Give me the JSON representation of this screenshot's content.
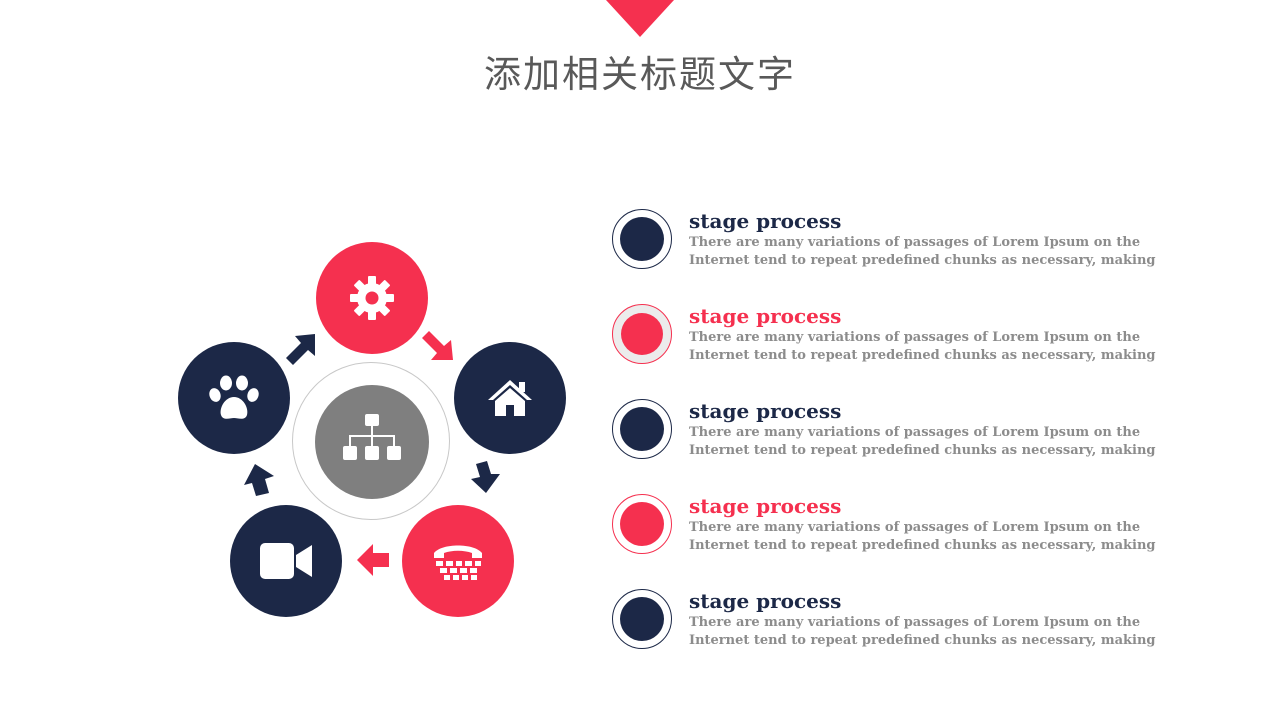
{
  "page": {
    "title": "添加相关标题文字"
  },
  "colors": {
    "accent_red": "#f5304f",
    "navy": "#1c2847",
    "center_gray": "#7f7f7f",
    "body_gray": "#8c8c8c"
  },
  "diagram": {
    "center": {
      "icon": "sitemap-icon"
    },
    "nodes": [
      {
        "icon": "gear-icon",
        "color": "red"
      },
      {
        "icon": "home-icon",
        "color": "navy"
      },
      {
        "icon": "telephone-icon",
        "color": "red"
      },
      {
        "icon": "video-camera-icon",
        "color": "navy"
      },
      {
        "icon": "paw-icon",
        "color": "navy"
      }
    ]
  },
  "stages": [
    {
      "title": "stage process",
      "line1": "There are many variations of passages of Lorem Ipsum on the",
      "line2": "Internet tend to repeat predefined chunks as necessary, making",
      "accent": "navy"
    },
    {
      "title": "stage process",
      "line1": "There are many variations of passages of Lorem Ipsum on the",
      "line2": "Internet tend to repeat predefined chunks as necessary, making",
      "accent": "red"
    },
    {
      "title": "stage process",
      "line1": "There are many variations of passages of Lorem Ipsum on the",
      "line2": "Internet tend to repeat predefined chunks as necessary, making",
      "accent": "navy"
    },
    {
      "title": "stage process",
      "line1": "There are many variations of passages of Lorem Ipsum on the",
      "line2": "Internet tend to repeat predefined chunks as necessary, making",
      "accent": "red"
    },
    {
      "title": "stage process",
      "line1": "There are many variations of passages of Lorem Ipsum on the",
      "line2": "Internet tend to repeat predefined chunks as necessary, making",
      "accent": "navy"
    }
  ]
}
